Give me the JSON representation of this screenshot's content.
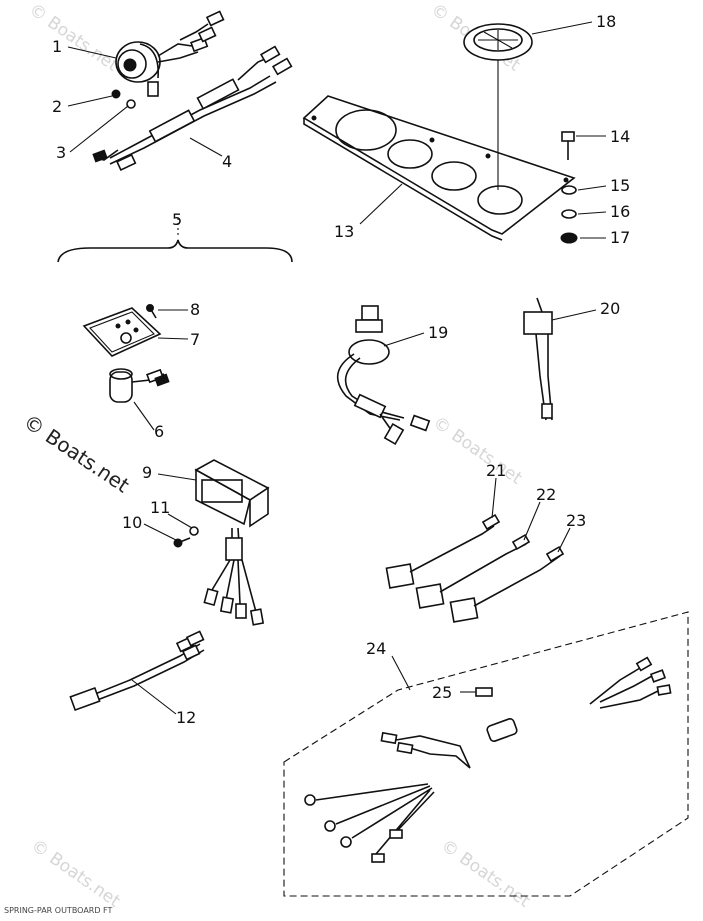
{
  "diagram": {
    "watermark_text": "© Boats.net",
    "footer_text": "SPRING-PAR OUTBOARD FT",
    "callouts": [
      {
        "id": "c1",
        "label": "1"
      },
      {
        "id": "c2",
        "label": "2"
      },
      {
        "id": "c3",
        "label": "3"
      },
      {
        "id": "c4",
        "label": "4"
      },
      {
        "id": "c5",
        "label": "5"
      },
      {
        "id": "c6",
        "label": "6"
      },
      {
        "id": "c7",
        "label": "7"
      },
      {
        "id": "c8",
        "label": "8"
      },
      {
        "id": "c9",
        "label": "9"
      },
      {
        "id": "c10",
        "label": "10"
      },
      {
        "id": "c11",
        "label": "11"
      },
      {
        "id": "c12",
        "label": "12"
      },
      {
        "id": "c13",
        "label": "13"
      },
      {
        "id": "c14",
        "label": "14"
      },
      {
        "id": "c15",
        "label": "15"
      },
      {
        "id": "c16",
        "label": "16"
      },
      {
        "id": "c17",
        "label": "17"
      },
      {
        "id": "c18",
        "label": "18"
      },
      {
        "id": "c19",
        "label": "19"
      },
      {
        "id": "c20",
        "label": "20"
      },
      {
        "id": "c21",
        "label": "21"
      },
      {
        "id": "c22",
        "label": "22"
      },
      {
        "id": "c23",
        "label": "23"
      },
      {
        "id": "c24",
        "label": "24"
      },
      {
        "id": "c25",
        "label": "25"
      }
    ]
  }
}
